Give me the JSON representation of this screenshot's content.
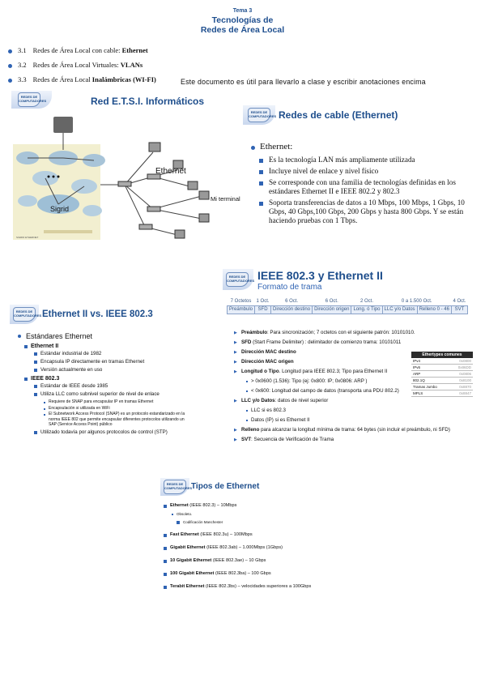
{
  "header": {
    "line1": "Tema 3",
    "line2": "Tecnologías de",
    "line3": "Redes de Área Local"
  },
  "toc": [
    {
      "num": "3.1",
      "text": "Redes de Área Local con cable: ",
      "bold": "Ethernet"
    },
    {
      "num": "3.2",
      "text": "Redes de Área Local Virtuales: ",
      "bold": "VLANs"
    },
    {
      "num": "3.3",
      "text": "Redes de Área Local ",
      "bold": "Inalámbricas (WI-FI)"
    }
  ],
  "note": "Este documento es útil para llevarlo a clase y escribir anotaciones encima",
  "logo_text": "REDES DE COMPUTADORES",
  "slide1": {
    "title": "Red E.T.S.I. Informáticos",
    "label_ethernet": "Ethernet",
    "label_terminal": "Mi terminal",
    "label_sigrid": "Sigrid",
    "label_small": "SIGRID ETHERNET"
  },
  "slide2": {
    "title": "Redes de cable (Ethernet)",
    "heading": "Ethernet:",
    "items": [
      "Es la tecnología LAN más ampliamente utilizada",
      "Incluye nivel de enlace y nivel físico",
      "Se corresponde con una familia de tecnologías definidas en los estándares Ethernet II e IEEE 802.2 y 802.3",
      "Soporta transferencias de datos a 10 Mbps, 100 Mbps, 1 Gbps, 10 Gbps, 40 Gbps,100 Gbps, 200 Gbps y hasta 800 Gbps. Y se están haciendo pruebas con 1 Tbps."
    ]
  },
  "slide3": {
    "title": "IEEE 802.3 y Ethernet II",
    "subtitle": "Formato de trama",
    "sizes": [
      "7 Octetos",
      "1 Oct.",
      "6 Oct.",
      "6 Oct.",
      "2 Oct.",
      "0 a 1.500 Oct.",
      "4 Oct."
    ],
    "fields": [
      "Preámbulo",
      "SFD",
      "Dirección destino",
      "Dirección origen",
      "Long. ó Tipo",
      "LLC y/o Datos",
      "Relleno 0 - 46",
      "SVT"
    ],
    "items": [
      {
        "b": "Preámbulo",
        "t": ": Para sincronización; 7 octetos con el siguiente patrón: 10101010."
      },
      {
        "b": "SFD",
        "t": " (Start Frame Delimiter) : delimitador de comienzo trama: 10101011"
      },
      {
        "b": "Dirección MAC destino",
        "t": ""
      },
      {
        "b": "Dirección MAC origen",
        "t": ""
      },
      {
        "b": "Longitud o Tipo",
        "t": ". Longitud para IEEE 802.3; Tipo para Ethernet II"
      },
      {
        "b": "LLC y/o Datos",
        "t": ": datos de nivel superior"
      },
      {
        "b": "Relleno",
        "t": " para alcanzar la longitud mínima de trama: 64 bytes (sin incluir el preámbulo, ni SFD)"
      },
      {
        "b": "SVT",
        "t": ": Secuencia de Verificación de Trama"
      }
    ],
    "sub_len": [
      "> 0x0600 (1.536): Tipo (ej: 0x800: IP; 0x0806: ARP )",
      "< 0x600: Longitud del campo de datos (transporta una PDU 802.2)"
    ],
    "sub_llc": [
      "LLC si es 802.3",
      "Datos (IP) si es Ethernet II"
    ],
    "ethertypes": {
      "title": "Ethertypes comunes",
      "rows": [
        [
          "IPv4",
          "0x0800"
        ],
        [
          "IPv6",
          "0x86DD"
        ],
        [
          "ARP",
          "0x0806"
        ],
        [
          "802.1Q",
          "0x8100"
        ],
        [
          "Tramas Jumbo",
          "0x8870"
        ],
        [
          "MPLS",
          "0x8847"
        ]
      ]
    }
  },
  "slide4": {
    "title": "Ethernet II vs. IEEE 802.3",
    "heading": "Estándares Ethernet",
    "eth2": "Ethernet II",
    "eth2_items": [
      "Estándar industrial de 1982",
      "Encapsula IP directamente en tramas Ethernet",
      "Versión actualmente en uso"
    ],
    "ieee": "IEEE 802.3",
    "ieee_items": [
      "Estándar de IEEE desde 1985",
      "Utiliza LLC como subnivel superior de nivel de enlace"
    ],
    "ieee_sub": [
      "Requiere de SNAP para encapsular IP en tramas Ethernet",
      "Encapsulación si utilizada en WiFi",
      "El Subnetwork Access Protocol (SNAP) es un protocolo estandarizado en la norma IEEE 802 que permite encapsular diferentes protocolos utilizando un SAP (Service Access Point) público"
    ],
    "last": "Utilizado todavía por algunos protocolos de control (STP)"
  },
  "slide5": {
    "title": "Tipos de Ethernet",
    "items": [
      {
        "b": "Ethernet",
        "t": " (IEEE 802.3) – 10Mbps"
      },
      {
        "b": "Fast Ethernet",
        "t": " (IEEE 802.3u) – 100Mbps"
      },
      {
        "b": "Gigabit Ethernet",
        "t": " (IEEE 802.3ab) – 1.000Mbps (1Gbps)"
      },
      {
        "b": "10 Gigabit Ethernet",
        "t": " (IEEE 802.3ae) – 10 Gbps"
      },
      {
        "b": "100 Gigabit Ethernet",
        "t": " (IEEE 802.3ba) – 100 Gbps"
      },
      {
        "b": "Terabit Ethernet",
        "t": " (IEEE 802.3bs) – velocidades superiores a 100Gbps"
      }
    ],
    "obsoleto": "Obsoleto.",
    "manchester": "Codificación Manchester"
  },
  "colors": {
    "title_blue": "#1e4e8c",
    "bullet_blue": "#2f63b3"
  }
}
